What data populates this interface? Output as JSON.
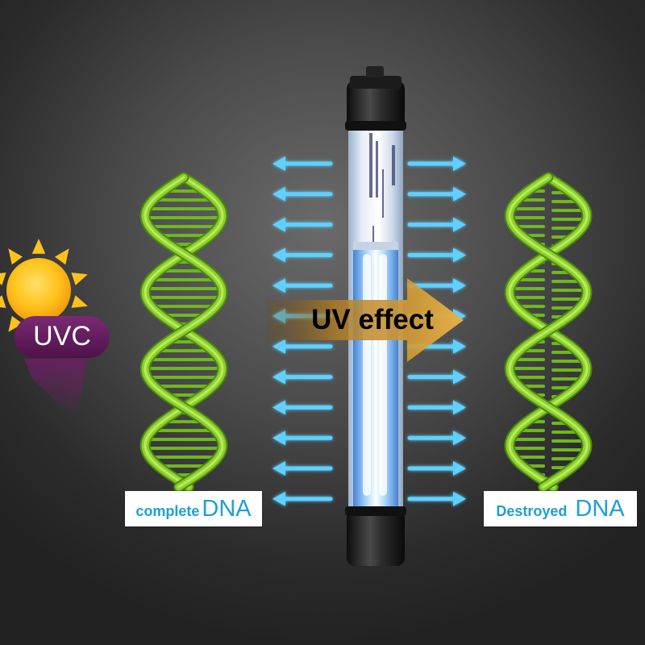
{
  "uvc_badge": {
    "label": "UVC"
  },
  "center_arrow": {
    "label": "UV effect"
  },
  "left_label": {
    "small": "complete",
    "big": "DNA"
  },
  "right_label": {
    "small": "Destroyed",
    "big": "DNA"
  },
  "colors": {
    "dna_green": "#8bd12a",
    "rung_green": "#6fb81e",
    "uv_arrow_blue": "#5fd0ff",
    "sun_yellow": "#ffc21a",
    "uvc_purple": "#6b1f66",
    "label_blue": "#1e9fd6",
    "arrow_gold": "#d49a2a"
  },
  "icons": [
    "sun-icon",
    "uv-lamp-tube",
    "dna-helix",
    "arrow-left-icon",
    "arrow-right-icon"
  ]
}
